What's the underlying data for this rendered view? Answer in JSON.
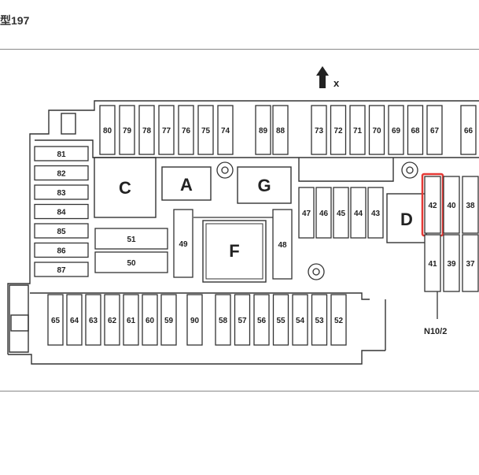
{
  "title": "型197",
  "arrow_label": "x",
  "connector_label": "N10/2",
  "highlight_color": "#e53935",
  "highlighted_fuse": "42",
  "relays": {
    "A": "A",
    "C": "C",
    "D": "D",
    "F": "F",
    "G": "G"
  },
  "fuse_rows": {
    "top_left": [
      "80",
      "79",
      "78",
      "77",
      "76",
      "75",
      "74"
    ],
    "top_mid": [
      "89",
      "88"
    ],
    "top_right": [
      "73",
      "72",
      "71",
      "70",
      "69",
      "68",
      "67"
    ],
    "top_far_right": [
      "66"
    ],
    "side_left": [
      "81",
      "82",
      "83",
      "84",
      "85",
      "86",
      "87"
    ],
    "mid_row": [
      "47",
      "46",
      "45",
      "44",
      "43"
    ],
    "right_upper": [
      "42",
      "40",
      "38"
    ],
    "right_lower": [
      "41",
      "39",
      "37"
    ],
    "bottom_left": [
      "65",
      "64",
      "63",
      "62",
      "61",
      "60",
      "59"
    ],
    "bottom_mid": [
      "90"
    ],
    "bottom_right": [
      "58",
      "57",
      "56",
      "55",
      "54",
      "53",
      "52"
    ],
    "horizontal": [
      "51",
      "50"
    ],
    "vertical": [
      "49",
      "48"
    ]
  }
}
